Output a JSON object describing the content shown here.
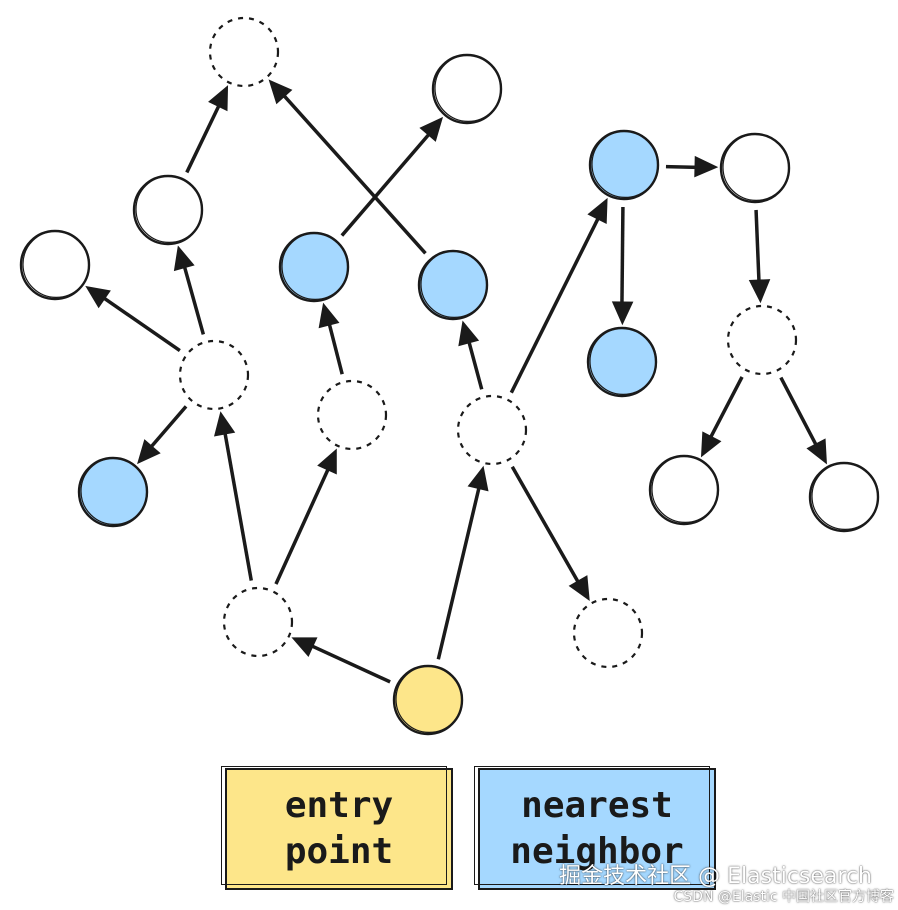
{
  "colors": {
    "entry_fill": "#fde68a",
    "nearest_fill": "#a5d8ff",
    "empty_fill": "#ffffff",
    "stroke": "#1a1a1a"
  },
  "legend": {
    "entry_line1": "entry",
    "entry_line2": "point",
    "nearest_line1": "nearest",
    "nearest_line2": "neighbor"
  },
  "watermark": {
    "main": "掘金技术社区 @ Elasticsearch",
    "sub": "CSDN @Elastic 中国社区官方博客"
  },
  "nodes": [
    {
      "id": "n1",
      "kind": "dashed"
    },
    {
      "id": "n2",
      "kind": "empty"
    },
    {
      "id": "n3",
      "kind": "empty"
    },
    {
      "id": "n4",
      "kind": "empty"
    },
    {
      "id": "n5",
      "kind": "nearest"
    },
    {
      "id": "n6",
      "kind": "nearest"
    },
    {
      "id": "n7",
      "kind": "nearest"
    },
    {
      "id": "n8",
      "kind": "empty"
    },
    {
      "id": "n9",
      "kind": "dashed"
    },
    {
      "id": "n10",
      "kind": "nearest"
    },
    {
      "id": "n11",
      "kind": "nearest-dashed"
    },
    {
      "id": "n12",
      "kind": "nearest"
    },
    {
      "id": "n13",
      "kind": "dashed"
    },
    {
      "id": "n14",
      "kind": "empty"
    },
    {
      "id": "n15",
      "kind": "empty"
    },
    {
      "id": "n16",
      "kind": "empty"
    },
    {
      "id": "n17",
      "kind": "dashed"
    },
    {
      "id": "n18",
      "kind": "dashed"
    },
    {
      "id": "n19",
      "kind": "entry"
    },
    {
      "id": "n20",
      "kind": "nearest-dashed"
    }
  ],
  "edges": [
    [
      "n19",
      "n17"
    ],
    [
      "n19",
      "n20"
    ],
    [
      "n17",
      "n9"
    ],
    [
      "n17",
      "n11"
    ],
    [
      "n9",
      "n3"
    ],
    [
      "n9",
      "n4"
    ],
    [
      "n9",
      "n14"
    ],
    [
      "n3",
      "n1"
    ],
    [
      "n11",
      "n5"
    ],
    [
      "n5",
      "n2"
    ],
    [
      "n6",
      "n1"
    ],
    [
      "n20",
      "n6"
    ],
    [
      "n20",
      "n7"
    ],
    [
      "n20",
      "n18"
    ],
    [
      "n7",
      "n8"
    ],
    [
      "n7",
      "n10"
    ],
    [
      "n8",
      "n13"
    ],
    [
      "n13",
      "n15"
    ],
    [
      "n13",
      "n16"
    ]
  ]
}
